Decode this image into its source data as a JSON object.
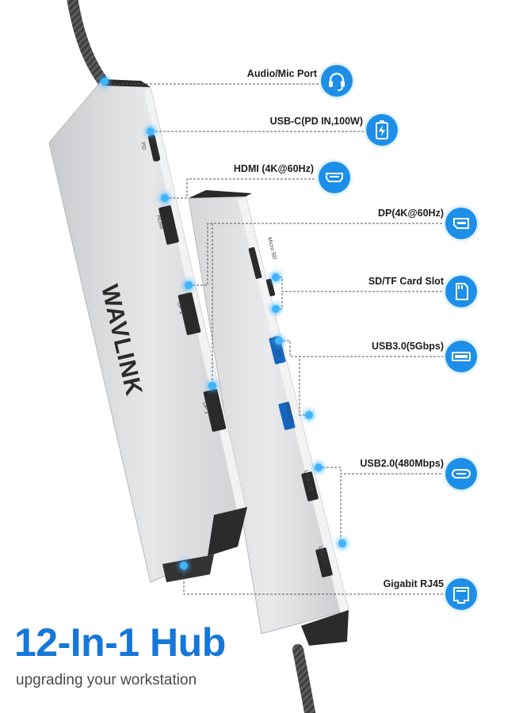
{
  "brand": {
    "logo_text": "WAVLINK",
    "accent_color": "#1d8fe8",
    "device_color": "#d9dbdd",
    "cable_color": "#4a4a4a"
  },
  "headline": "12-In-1 Hub",
  "tagline": "upgrading your workstation",
  "port_labels": [
    {
      "label": "Audio/Mic Port",
      "icon": "headset-icon"
    },
    {
      "label": "USB-C(PD IN,100W)",
      "icon": "battery-charging-icon"
    },
    {
      "label": "HDMI (4K@60Hz)",
      "icon": "hdmi-port-icon"
    },
    {
      "label": "DP(4K@60Hz)",
      "icon": "displayport-icon"
    },
    {
      "label": "SD/TF Card Slot",
      "icon": "sd-card-icon"
    },
    {
      "label": "USB3.0(5Gbps)",
      "icon": "usb-port-icon"
    },
    {
      "label": "USB2.0(480Mbps)",
      "icon": "usb-c-port-icon"
    },
    {
      "label": "Gigabit RJ45",
      "icon": "ethernet-port-icon"
    }
  ],
  "device_port_text": {
    "pd": "PD",
    "hdmi": "HDMI",
    "dp2": "DP 2",
    "dp1": "DP 1",
    "micro_sd": "Micro SD",
    "sd": "SD",
    "usb3_a": "USB 3.0",
    "usb3_b": "USB 3.0",
    "usb2_a": "USB 2.0",
    "usb2_b": "USB 2.0"
  }
}
